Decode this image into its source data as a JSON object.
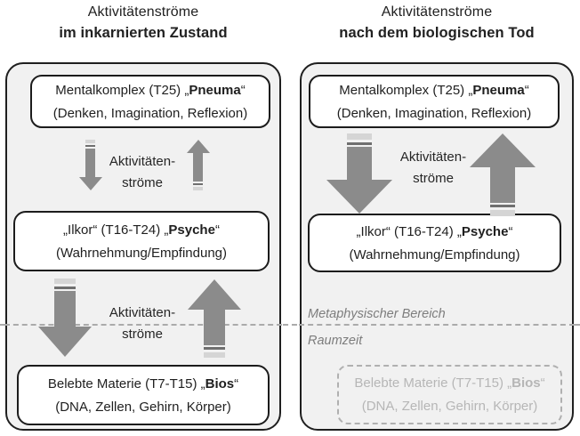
{
  "diagram": {
    "left": {
      "title_line1": "Aktivitätenströme",
      "title_line2": "im inkarnierten Zustand",
      "pneuma": {
        "pre": "Mentalkomplex (T25) „",
        "bold": "Pneuma",
        "post": "“",
        "sub": "(Denken, Imagination, Reflexion)"
      },
      "flow_upper": {
        "line1": "Aktivitäten-",
        "line2": "ströme"
      },
      "psyche": {
        "pre": "„Ilkor“ (T16-T24) „",
        "bold": "Psyche",
        "post": "“",
        "sub": "(Wahrnehmung/Empfindung)"
      },
      "flow_lower": {
        "line1": "Aktivitäten-",
        "line2": "ströme"
      },
      "bios": {
        "pre": "Belebte Materie (T7-T15) „",
        "bold": "Bios",
        "post": "“",
        "sub": "(DNA, Zellen, Gehirn, Körper)"
      }
    },
    "right": {
      "title_line1": "Aktivitätenströme",
      "title_line2": "nach dem biologischen Tod",
      "pneuma": {
        "pre": "Mentalkomplex (T25) „",
        "bold": "Pneuma",
        "post": "“",
        "sub": "(Denken, Imagination, Reflexion)"
      },
      "flow": {
        "line1": "Aktivitäten-",
        "line2": "ströme"
      },
      "psyche": {
        "pre": "„Ilkor“ (T16-T24) „",
        "bold": "Psyche",
        "post": "“",
        "sub": "(Wahrnehmung/Empfindung)"
      },
      "regions": {
        "above_line": "Metaphysischer Bereich",
        "below_line": "Raumzeit"
      },
      "bios": {
        "pre": "Belebte Materie (T7-T15) „",
        "bold": "Bios",
        "post": "“",
        "sub": "(DNA, Zellen, Gehirn, Körper)"
      }
    },
    "colors": {
      "panel_background": "#f1f1f1",
      "node_border": "#1c1c1c",
      "arrow_body": "#8b8b8b",
      "arrow_cap": "#d5d5d5",
      "arrow_stripe": "#6f6f6f",
      "divider": "#ababab",
      "region_label_text": "#7d7d7d",
      "ghost_text": "#b6b6b6",
      "ghost_border": "#b0b0b0"
    }
  }
}
